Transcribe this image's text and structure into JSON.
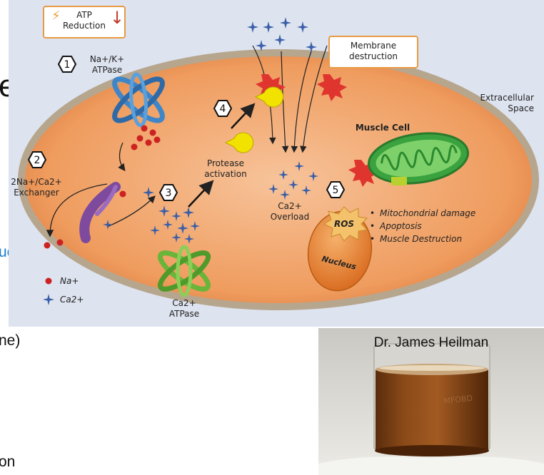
{
  "slide": {
    "left_fragments": [
      "e",
      "uch",
      "ne)",
      "on"
    ]
  },
  "diagram": {
    "atp_label": "ATP\nReduction",
    "membrane_label": "Membrane\ndestruction",
    "step_numbers": [
      "1",
      "2",
      "3",
      "4",
      "5"
    ],
    "labels": {
      "na_k_atpase": "Na+/K+\nATPase",
      "exchanger": "2Na+/Ca2+\nExchanger",
      "protease": "Protease\nactivation",
      "ca_overload": "Ca2+\nOverload",
      "extracellular": "Extracellular\nSpace",
      "muscle_cell": "Muscle Cell",
      "ros": "ROS",
      "nucleus": "Nucleus",
      "ca_atpase": "Ca2+\nATPase"
    },
    "outcomes": [
      "Mitochondrial damage",
      "Apoptosis",
      "Muscle Destruction"
    ],
    "legend": [
      {
        "symbol": "dot",
        "label": "Na+"
      },
      {
        "symbol": "star",
        "label": "Ca2+"
      }
    ],
    "colors": {
      "cell": "#f0a066",
      "cell_border": "#b7a68e",
      "callout_border": "#e99a45",
      "na_dots": "#cc2222",
      "ca_stars": "#3a5fa8",
      "mitochondrion": "#3aa23e",
      "protease": "#f2e200",
      "damage_burst": "#e0342e",
      "nucleus": "#ef8630"
    }
  },
  "photo": {
    "credit": "Dr. James Heilman"
  }
}
